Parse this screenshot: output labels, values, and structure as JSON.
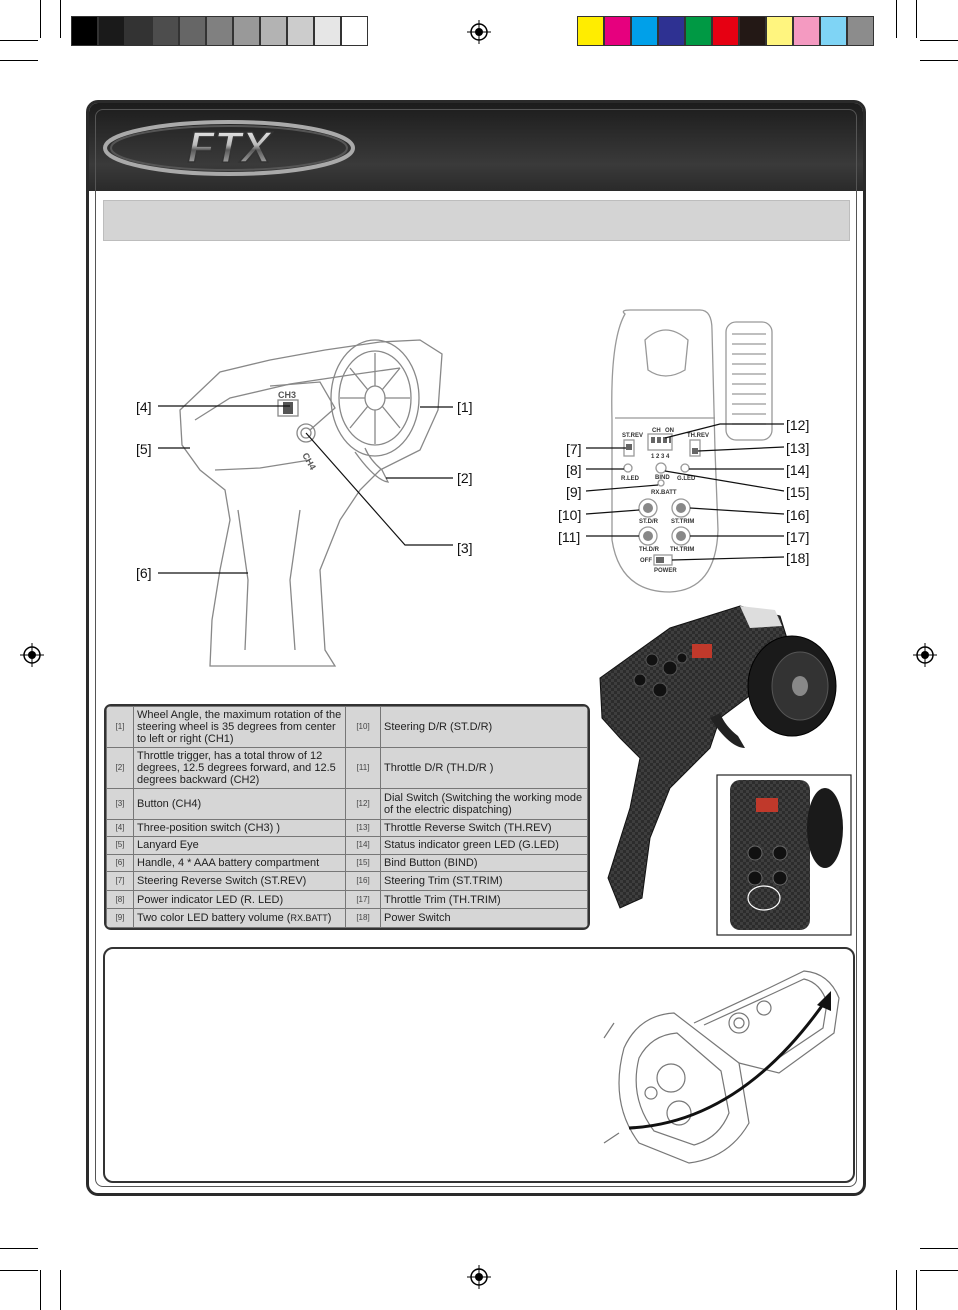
{
  "color_bar_left": [
    "#000000",
    "#1a1a1a",
    "#333333",
    "#4d4d4d",
    "#666666",
    "#808080",
    "#999999",
    "#b3b3b3",
    "#cccccc",
    "#e6e6e6",
    "#ffffff"
  ],
  "color_bar_right": [
    "#ffed00",
    "#e6007e",
    "#00a0e9",
    "#2e3192",
    "#009944",
    "#e60012",
    "#231815",
    "#fff57f",
    "#f49ac1",
    "#7fd4f5",
    "#8c8c8c"
  ],
  "logo_text": "FTX",
  "diagram_left": {
    "callouts": [
      "[4]",
      "[5]",
      "[6]",
      "[1]",
      "[2]",
      "[3]"
    ],
    "ch3_label": "CH3",
    "ch4_label": "CH4"
  },
  "diagram_right": {
    "callouts_left": [
      "[7]",
      "[8]",
      "[9]",
      "[10]",
      "[11]"
    ],
    "callouts_right": [
      "[12]",
      "[13]",
      "[14]",
      "[15]",
      "[16]",
      "[17]",
      "[18]"
    ],
    "panel_labels": {
      "st_rev": "ST.REV",
      "th_rev": "TH.REV",
      "ch": "CH",
      "dial_nums": "1 2 3 4",
      "on": "ON",
      "r_led": "R.LED",
      "bind": "BIND",
      "g_led": "G.LED",
      "rx_batt": "RX.BATT",
      "st_dr": "ST.D/R",
      "st_trim": "ST.TRIM",
      "th_dr": "TH.D/R",
      "th_trim": "TH.TRIM",
      "off": "OFF",
      "power": "POWER"
    }
  },
  "spec_table": [
    {
      "n1": "[1]",
      "d1": "Wheel Angle, the maximum rotation of the steering wheel is 35 degrees from center to left or right (CH1)",
      "n2": "[10]",
      "d2": "Steering D/R (ST.D/R)"
    },
    {
      "n1": "[2]",
      "d1": "Throttle trigger, has a total throw of 12 degrees, 12.5 degrees forward, and 12.5 degrees backward (CH2)",
      "n2": "[11]",
      "d2": "Throttle D/R (TH.D/R )"
    },
    {
      "n1": "[3]",
      "d1": "Button (CH4)",
      "n2": "[12]",
      "d2": "Dial Switch (Switching the working mode of the electric dispatching)"
    },
    {
      "n1": "[4]",
      "d1": "Three-position switch (CH3) )",
      "n2": "[13]",
      "d2": "Throttle Reverse Switch (TH.REV)"
    },
    {
      "n1": "[5]",
      "d1": "Lanyard Eye",
      "n2": "[14]",
      "d2": "Status indicator green LED (G.LED)"
    },
    {
      "n1": "[6]",
      "d1": "Handle, 4 * AAA battery compartment",
      "n2": "[15]",
      "d2": "Bind Button (BIND)"
    },
    {
      "n1": "[7]",
      "d1": "Steering Reverse Switch (ST.REV)",
      "n2": "[16]",
      "d2": "Steering Trim (ST.TRIM)"
    },
    {
      "n1": "[8]",
      "d1": "Power indicator LED (R. LED)",
      "n2": "[17]",
      "d2": "Throttle Trim (TH.TRIM)"
    },
    {
      "n1": "[9]",
      "d1": "Two color LED battery volume (",
      "d1_small": "RX.BATT",
      "d1_end": ")",
      "n2": "[18]",
      "d2": "Power Switch"
    }
  ]
}
